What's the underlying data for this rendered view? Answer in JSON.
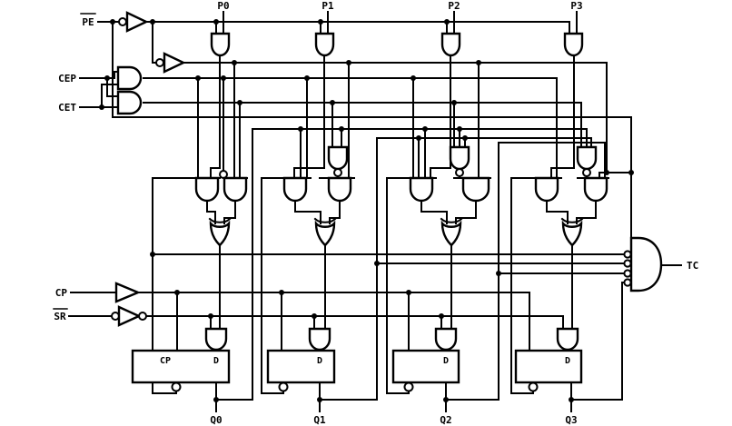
{
  "diagram": {
    "type": "logic-schematic",
    "inputs": [
      {
        "id": "pe",
        "label": "PE",
        "overline": true
      },
      {
        "id": "cep",
        "label": "CEP",
        "overline": false
      },
      {
        "id": "cet",
        "label": "CET",
        "overline": false
      },
      {
        "id": "cp",
        "label": "CP",
        "overline": false
      },
      {
        "id": "sr",
        "label": "SR",
        "overline": true
      }
    ],
    "parallel_inputs": [
      "P0",
      "P1",
      "P2",
      "P3"
    ],
    "outputs": [
      "Q0",
      "Q1",
      "Q2",
      "Q3"
    ],
    "tc_label": "TC",
    "ff_labels": {
      "cp": "CP",
      "d": "D"
    },
    "colors": {
      "line": "#000000",
      "background": "#ffffff"
    }
  }
}
